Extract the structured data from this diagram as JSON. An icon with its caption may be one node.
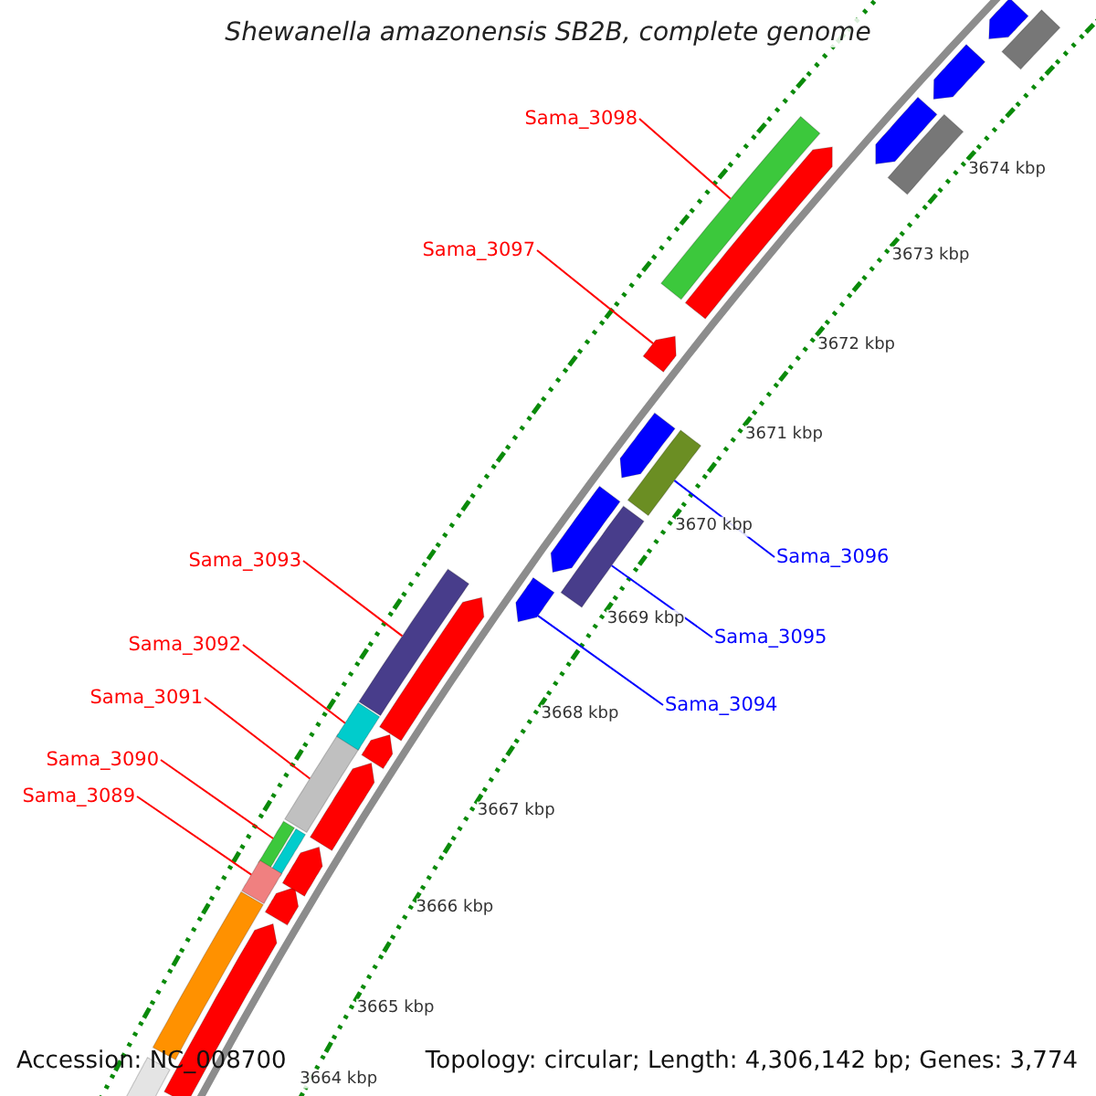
{
  "diagram": {
    "title": "Shewanella amazonensis SB2B, complete genome",
    "nodes": [
      {
        "text": [
          "Sama_3098"
        ]
      },
      {
        "text": [],
        "shape": "bar"
      },
      {
        "text": [
          "Sama_3097"
        ]
      },
      {
        "text": [],
        "shape": "arrow"
      },
      {
        "text": [
          "Sama_3096"
        ]
      },
      {
        "text": [],
        "shape": "bar"
      },
      {
        "text": [
          "Sama_3095"
        ]
      },
      {
        "text": [],
        "shape": "bar"
      },
      {
        "text": [
          "Sama_3094"
        ]
      },
      {
        "text": [],
        "shape": "arrow"
      },
      {
        "text": [
          "Sama_3093"
        ]
      },
      {
        "text": [],
        "shape": "bar"
      },
      {
        "text": [
          "Sama_3092"
        ]
      },
      {
        "text": [],
        "shape": "bar"
      },
      {
        "text": [
          "Sama_3091"
        ]
      },
      {
        "text": [],
        "shape": "bar"
      },
      {
        "text": [
          "Sama_3090"
        ]
      },
      {
        "text": [],
        "shape": "bar"
      },
      {
        "text": [
          "Sama_3089"
        ]
      },
      {
        "text": [],
        "shape": "bar"
      },
      {
        "text": [],
        "shape": "bar"
      },
      {
        "text": [],
        "shape": "arrow"
      },
      {
        "text": [],
        "shape": "bar"
      },
      {
        "text": [],
        "shape": "arrow"
      },
      {
        "text": [],
        "shape": "arrow"
      },
      {
        "text": [],
        "shape": "arrow"
      },
      {
        "text": [],
        "shape": "arrow"
      },
      {
        "text": [],
        "shape": "arrow"
      },
      {
        "text": [],
        "shape": "bar"
      },
      {
        "text": [],
        "shape": "arrow"
      },
      {
        "text": [],
        "shape": "arrow"
      },
      {
        "text": [],
        "shape": "arrow"
      },
      {
        "text": [],
        "shape": "arrow"
      },
      {
        "text": [],
        "shape": "arrow"
      },
      {
        "text": [],
        "shape": "arrow"
      },
      {
        "text": [],
        "shape": "bar"
      },
      {
        "text": [],
        "shape": "bar"
      }
    ],
    "edges": [
      {
        "from": 0,
        "to": 1,
        "arrow": "none"
      },
      {
        "from": 2,
        "to": 3,
        "arrow": "none"
      },
      {
        "from": 4,
        "to": 5,
        "arrow": "none",
        "color": "#0000ff"
      },
      {
        "from": 6,
        "to": 7,
        "arrow": "none",
        "color": "#0000ff"
      },
      {
        "from": 8,
        "to": 9,
        "arrow": "none",
        "color": "#0000ff"
      },
      {
        "from": 10,
        "to": 11,
        "arrow": "none"
      },
      {
        "from": 12,
        "to": 13,
        "arrow": "none"
      },
      {
        "from": 14,
        "to": 15,
        "arrow": "none"
      },
      {
        "from": 16,
        "to": 17,
        "arrow": "none"
      },
      {
        "from": 18,
        "to": 19,
        "arrow": "none"
      }
    ],
    "labels": [
      "3674 kbp",
      "3673 kbp",
      "3672 kbp",
      "3671 kbp",
      "3670 kbp",
      "3669 kbp",
      "3668 kbp",
      "3667 kbp",
      "3666 kbp",
      "3665 kbp",
      "3664 kbp",
      "Accession: NC_008700",
      "Topology: circular; Length: 4,306,142 bp; Genes: 3,774"
    ]
  }
}
